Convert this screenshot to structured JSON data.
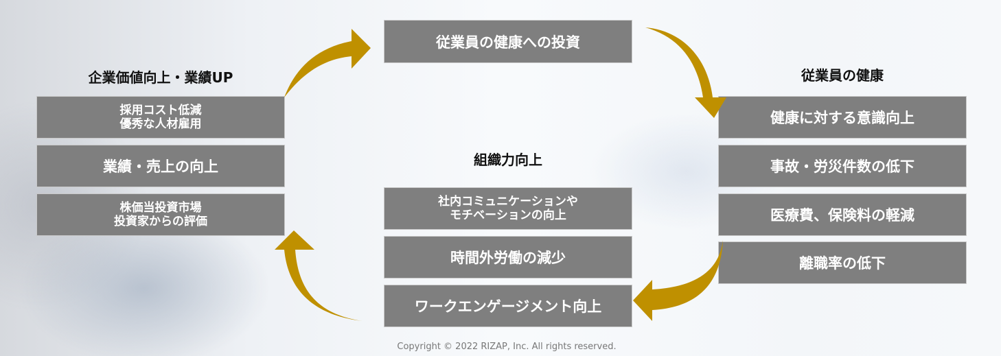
{
  "colors": {
    "box_bg": "#7F7F7F",
    "box_text": "#FFFFFF",
    "arrow": "#BF9000",
    "title_text": "#111111",
    "copyright_text": "#777777"
  },
  "top": {
    "box": "従業員の健康への投資"
  },
  "left": {
    "title": "企業価値向上・業績UP",
    "boxes": [
      {
        "lines": [
          "採用コスト低減",
          "優秀な人材雇用"
        ]
      },
      {
        "lines": [
          "業績・売上の向上"
        ]
      },
      {
        "lines": [
          "株価当投資市場",
          "投資家からの評価"
        ]
      }
    ]
  },
  "right": {
    "title": "従業員の健康",
    "boxes": [
      {
        "lines": [
          "健康に対する意識向上"
        ]
      },
      {
        "lines": [
          "事故・労災件数の低下"
        ]
      },
      {
        "lines": [
          "医療費、保険料の軽減"
        ]
      },
      {
        "lines": [
          "離職率の低下"
        ]
      }
    ]
  },
  "center": {
    "title": "組織力向上",
    "boxes": [
      {
        "lines": [
          "社内コミュニケーションや",
          "モチベーションの向上"
        ]
      },
      {
        "lines": [
          "時間外労働の減少"
        ]
      },
      {
        "lines": [
          "ワークエンゲージメント向上"
        ]
      }
    ]
  },
  "arrows": [
    {
      "name": "left-to-top",
      "direction": "up-right"
    },
    {
      "name": "top-to-right",
      "direction": "down-right"
    },
    {
      "name": "right-to-center",
      "direction": "down-left"
    },
    {
      "name": "center-to-left",
      "direction": "up-left"
    }
  ],
  "footer": {
    "copyright": "Copyright © 2022 RIZAP, Inc. All rights reserved."
  }
}
